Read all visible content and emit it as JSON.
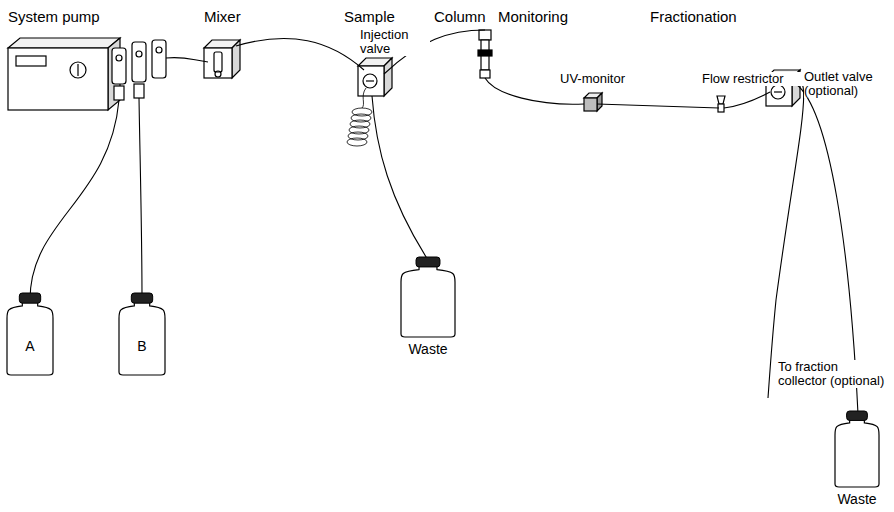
{
  "diagram": {
    "nodes": [
      {
        "text": [
          "A"
        ]
      },
      {
        "text": [
          "B"
        ]
      },
      {
        "text": [
          "Waste"
        ]
      },
      {
        "text": [
          "Waste"
        ]
      }
    ],
    "labels": [
      "System pump",
      "Mixer",
      "Sample",
      "Column",
      "Monitoring",
      "Fractionation",
      "Injection valve",
      "UV-monitor",
      "Flow restrictor",
      "Outlet valve (optional)",
      "To fraction collector (optional)"
    ]
  }
}
